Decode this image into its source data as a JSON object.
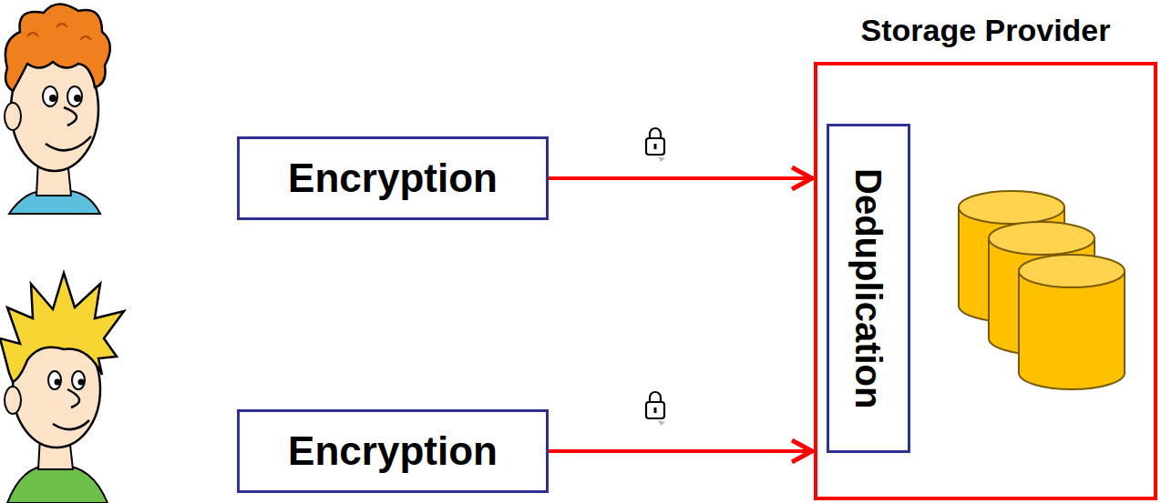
{
  "diagram": {
    "nodes": [
      {
        "text": [
          "Encryption"
        ]
      },
      {
        "text": [
          "Encryption"
        ]
      },
      {
        "text": [
          "Storage Provider"
        ]
      },
      {
        "text": [
          "Deduplication"
        ],
        "in": 2
      }
    ],
    "edges": [
      {
        "from": 0,
        "to": 2,
        "arrow": "to"
      },
      {
        "from": 1,
        "to": 2,
        "arrow": "to"
      }
    ]
  }
}
